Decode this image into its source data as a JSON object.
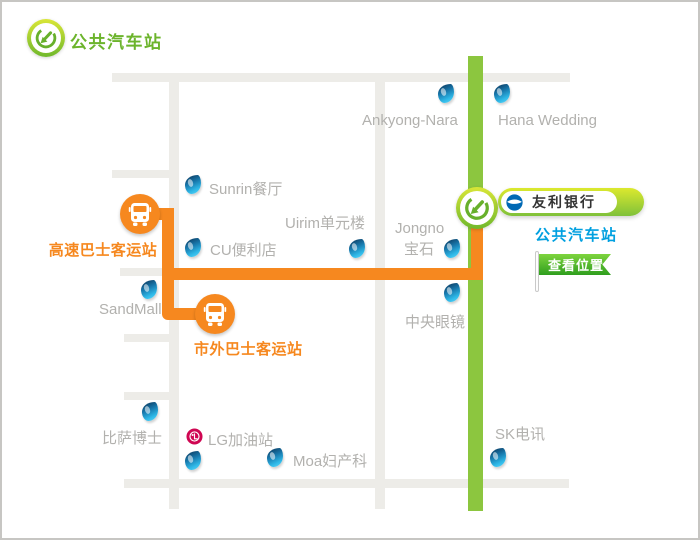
{
  "header": {
    "title": "公共汽车站"
  },
  "colors": {
    "road_gray": "#edece8",
    "route_orange": "#f6881f",
    "road_green": "#8cc63f",
    "label_gray": "#b2b1ae",
    "title_green": "#6cb42c",
    "station_blue": "#00a0e0",
    "flag_green": "#3fae24",
    "woori_blue": "#0069b4",
    "lg_pink": "#cf0652",
    "pin_blue": "#2fb9e8"
  },
  "stations": {
    "express_terminal": "高速巴士客运站",
    "intercity_terminal": "市外巴士客运站"
  },
  "places": {
    "ankyong": "Ankyong-Nara",
    "hana": "Hana Wedding",
    "sunrin": "Sunrin餐厅",
    "uirim": "Uirim单元楼",
    "cu": "CU便利店",
    "jongno_line1": "Jongno",
    "jongno_line2": "宝石",
    "central_optical": "中央眼镜",
    "sandmall": "SandMall",
    "pizza": "比萨博士",
    "lg_station": "LG加油站",
    "moa": "Moa妇产科",
    "sk": "SK电讯"
  },
  "destination": {
    "bank": "友利银行",
    "station": "公共汽车站",
    "view_location": "查看位置"
  }
}
